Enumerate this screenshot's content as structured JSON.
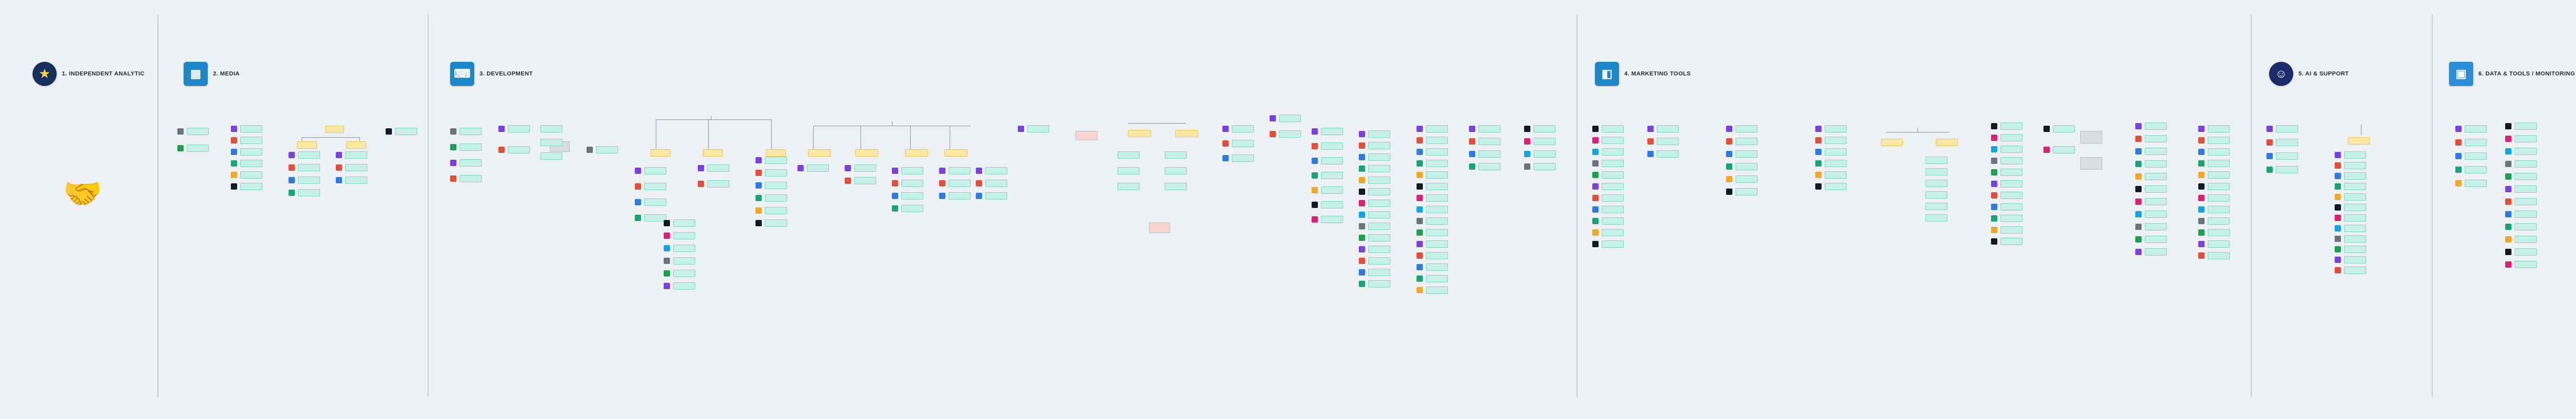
{
  "sections": [
    {
      "id": "s1",
      "title": "1. INDEPENDENT ANALYTIC",
      "badge": "★"
    },
    {
      "id": "s2",
      "title": "2. MEDIA",
      "badge": "▦"
    },
    {
      "id": "s3",
      "title": "3. DEVELOPMENT",
      "badge": "⌨"
    },
    {
      "id": "s4",
      "title": "4. MARKETING TOOLS",
      "badge": "◧"
    },
    {
      "id": "s5",
      "title": "5. AI & SUPPORT",
      "badge": "☺"
    },
    {
      "id": "s6",
      "title": "6. DATA & TOOLS / MONITORING",
      "badge": "▣"
    }
  ],
  "colors": {
    "background": "#eef1f4",
    "node": "#c6f1e6",
    "decision": "#fde8a3",
    "note": "#d9dde2",
    "note_alert": "#f9d6cf",
    "divider": "#c9ced6"
  }
}
